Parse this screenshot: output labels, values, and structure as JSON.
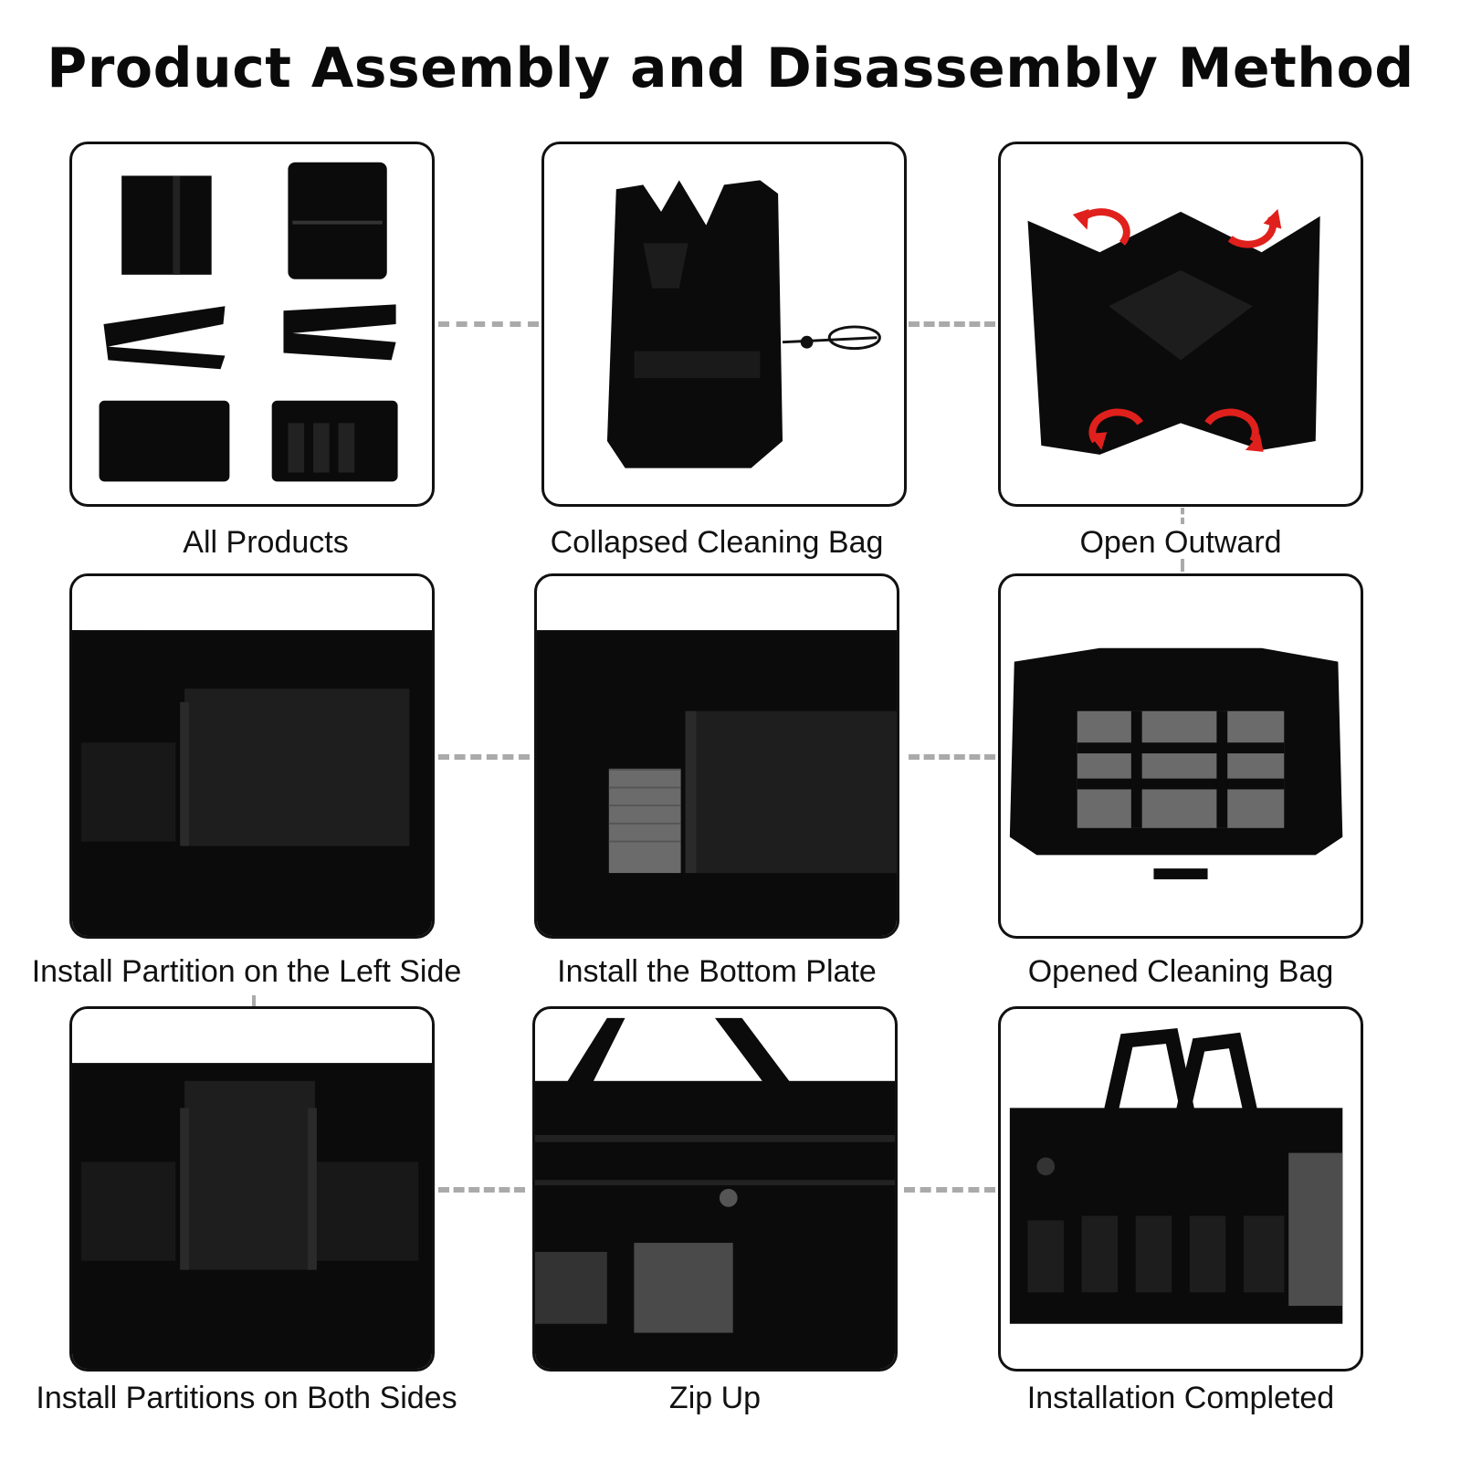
{
  "header": {
    "title": "Product Assembly and Disassembly Method"
  },
  "steps": [
    {
      "caption": "All Products",
      "icon": "product-parts-image"
    },
    {
      "caption": "Collapsed Cleaning Bag",
      "icon": "collapsed-bag-image"
    },
    {
      "caption": "Open Outward",
      "icon": "open-outward-image"
    },
    {
      "caption": "Install Partition on the Left Side",
      "icon": "left-partition-image"
    },
    {
      "caption": "Install the Bottom Plate",
      "icon": "bottom-plate-image"
    },
    {
      "caption": "Opened Cleaning Bag",
      "icon": "opened-bag-image"
    },
    {
      "caption": "Install Partitions on Both Sides",
      "icon": "both-partitions-image"
    },
    {
      "caption": "Zip Up",
      "icon": "zip-up-image"
    },
    {
      "caption": "Installation Completed",
      "icon": "completed-bag-image"
    }
  ],
  "colors": {
    "bag": "#0b0b0b",
    "arrow": "#e0201c",
    "connector": "#aaaaaa",
    "mesh": "#6b6b6b"
  }
}
